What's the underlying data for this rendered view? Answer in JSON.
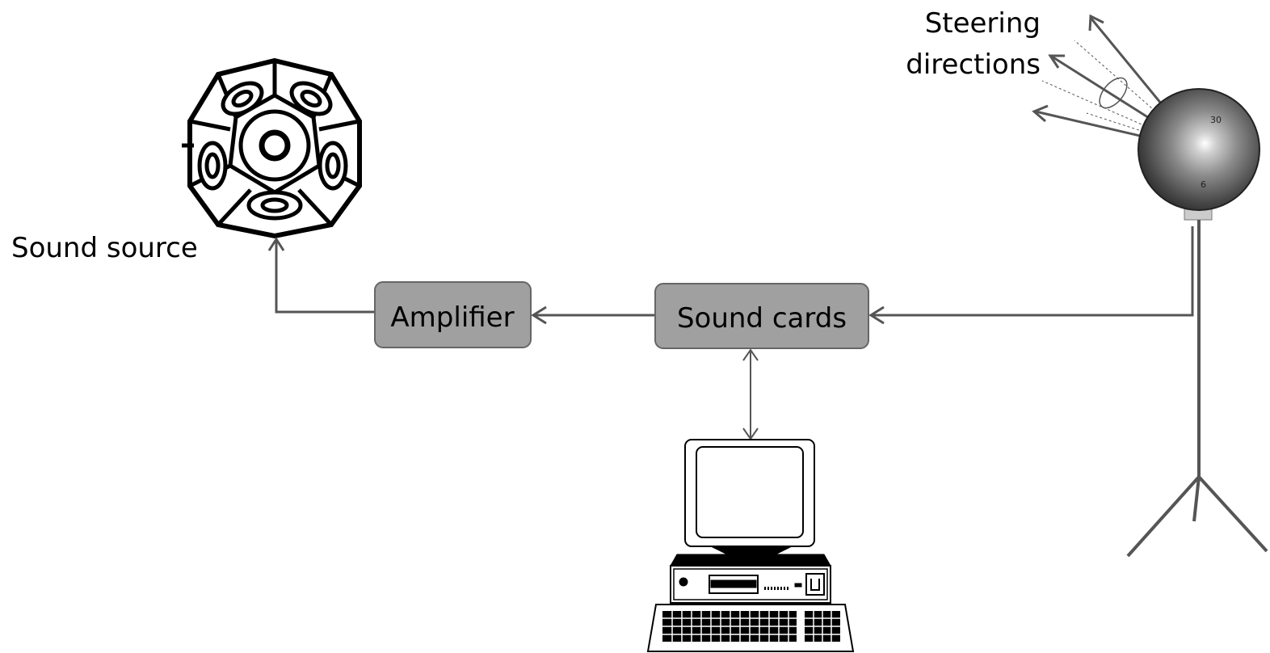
{
  "diagram": {
    "sound_source_label": "Sound source",
    "amplifier_label": "Amplifier",
    "sound_cards_label": "Sound cards",
    "steering_label_line1": "Steering",
    "steering_label_line2": "directions",
    "sphere_marks": [
      "30",
      "6"
    ]
  }
}
